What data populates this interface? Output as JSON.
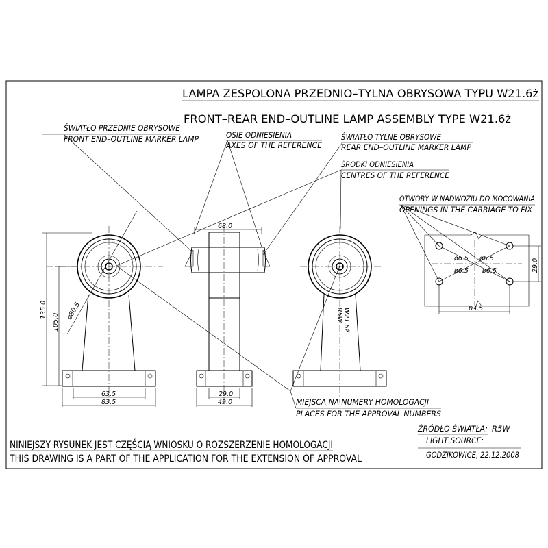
{
  "title": {
    "polish": "LAMPA  ZESPOLONA  PRZEDNIO–TYLNA OBRYSOWA TYPU W21.6ż",
    "english": "FRONT–REAR END–OUTLINE LAMP ASSEMBLY TYPE W21.6ż"
  },
  "labels": {
    "front_lamp_pl": "ŚWIATŁO PRZEDNIE OBRYSOWE",
    "front_lamp_en": "FRONT END–OUTLINE MARKER LAMP",
    "axes_pl": "OSIE  ODNIESIENIA",
    "axes_en": "AXES OF THE REFERENCE",
    "rear_lamp_pl": "ŚWIATŁO TYLNE OBRYSOWE",
    "rear_lamp_en": "REAR END–OUTLINE MARKER LAMP",
    "centres_pl": "ŚRODKI  ODNIESIENIA",
    "centres_en": "CENTRES OF THE REFERENCE",
    "openings_pl": "OTWORY W NADWOZIU DO MOCOWANIA",
    "openings_en": "OPENINGS IN THE CARRIAGE TO FIX",
    "approval_pl": "MIEJSCA NA NUMERY HOMOLOGACJI",
    "approval_en": "PLACES FOR THE APPROVAL NUMBERS"
  },
  "dimensions": {
    "width_top": "68.0",
    "height_total": "135.0",
    "height_axis": "105.0",
    "lens_diameter": "ø80.5",
    "base_inner": "63.5",
    "base_outer": "83.5",
    "side_inner": "29.0",
    "side_outer": "49.0",
    "holes_height": "29.0",
    "holes_width": "63.5",
    "hole_d1": "ø6.5",
    "hole_d2": "ø6.5",
    "hole_d3": "ø6.5",
    "hole_d4": "ø6.5"
  },
  "lamp_marking": {
    "line1": "W21.6ż",
    "line2": "R5W"
  },
  "light_source": {
    "label_pl": "ŹRÓDŁO ŚWIATŁA:",
    "label_en": "LIGHT SOURCE:",
    "value": "R5W"
  },
  "place_date": "GODZIKOWICE, 22.12.2008",
  "footer": {
    "polish": "NINIEJSZY RYSUNEK JEST CZĘŚCIĄ WNIOSKU O ROZSZERZENIE HOMOLOGACJI",
    "english": "THIS DRAWING IS A PART OF THE APPLICATION FOR THE EXTENSION OF APPROVAL"
  }
}
